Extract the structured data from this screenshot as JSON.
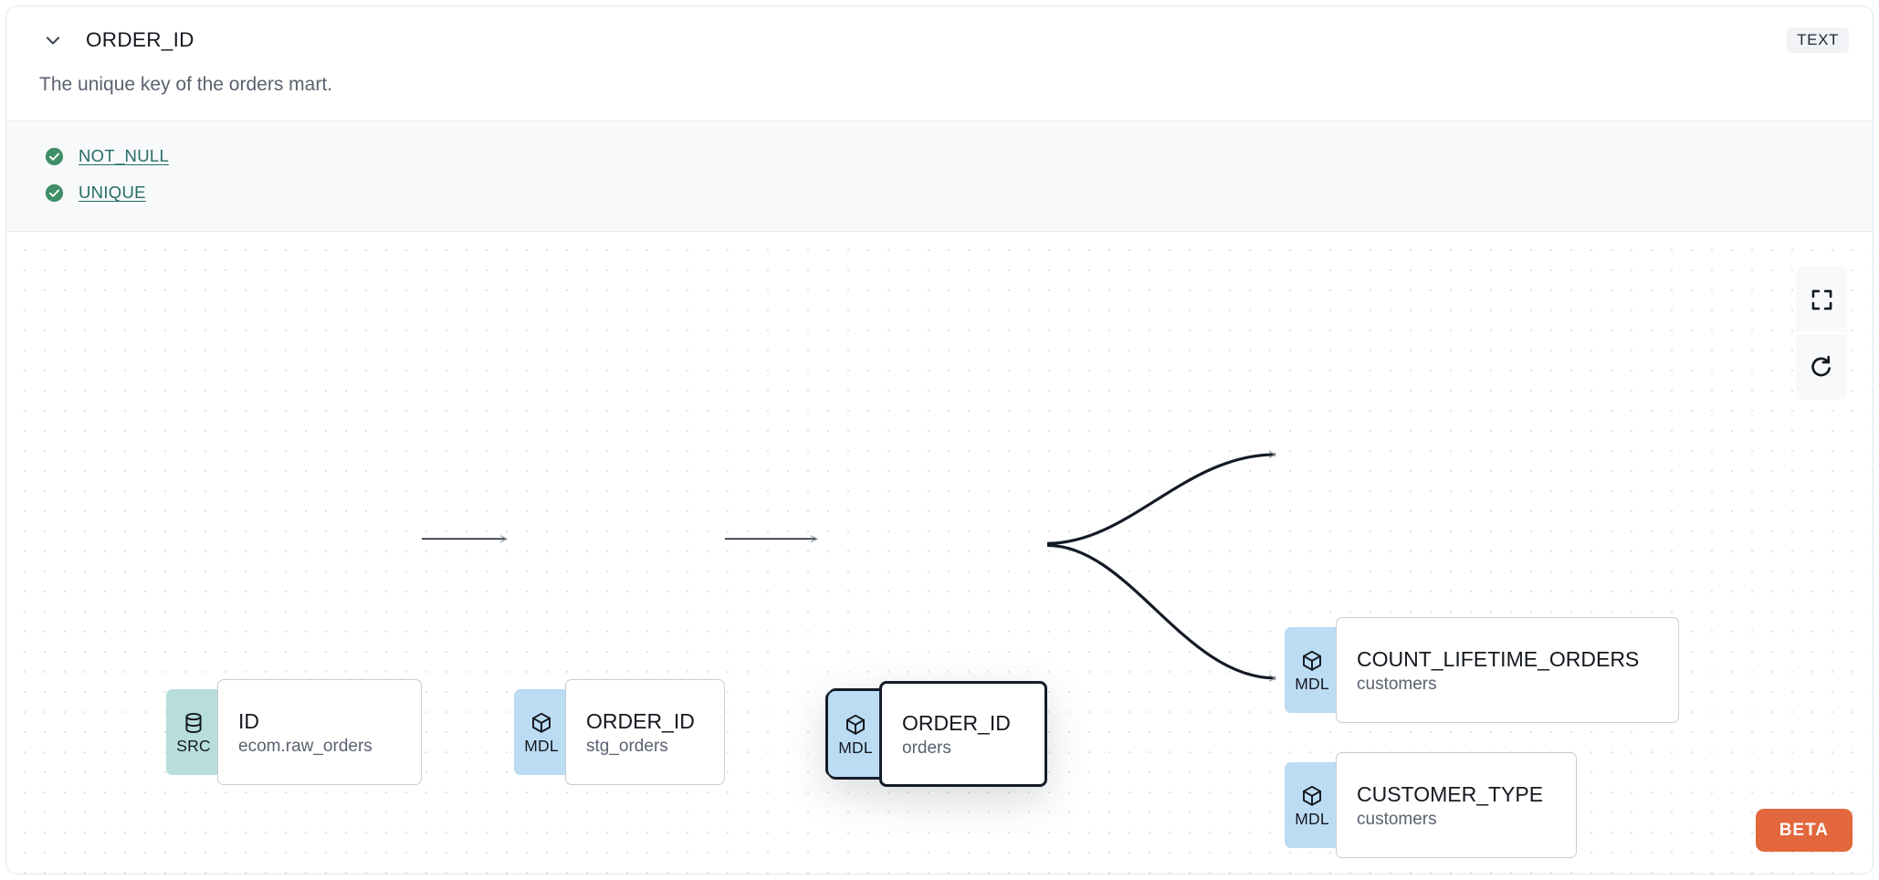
{
  "header": {
    "collapse_icon": "chevron-down-icon",
    "column_name": "ORDER_ID",
    "type_badge": "TEXT"
  },
  "description": "The unique key of the orders mart.",
  "tests": {
    "items": [
      {
        "status_icon": "check-circle-icon",
        "label": "NOT_NULL"
      },
      {
        "status_icon": "check-circle-icon",
        "label": "UNIQUE"
      }
    ]
  },
  "lineage": {
    "nodes": [
      {
        "id": "src-id",
        "badge": "SRC",
        "badge_icon": "database-icon",
        "name": "ID",
        "sub": "ecom.raw_orders",
        "selected": false
      },
      {
        "id": "mdl-stg-order-id",
        "badge": "MDL",
        "badge_icon": "cube-icon",
        "name": "ORDER_ID",
        "sub": "stg_orders",
        "selected": false
      },
      {
        "id": "mdl-orders-order-id",
        "badge": "MDL",
        "badge_icon": "cube-icon",
        "name": "ORDER_ID",
        "sub": "orders",
        "selected": true
      },
      {
        "id": "mdl-count-lifetime-orders",
        "badge": "MDL",
        "badge_icon": "cube-icon",
        "name": "COUNT_LIFETIME_ORDERS",
        "sub": "customers",
        "selected": false
      },
      {
        "id": "mdl-customer-type",
        "badge": "MDL",
        "badge_icon": "cube-icon",
        "name": "CUSTOMER_TYPE",
        "sub": "customers",
        "selected": false
      }
    ]
  },
  "controls": {
    "fit_view": "fit-view-icon",
    "refresh": "refresh-icon"
  },
  "beta_badge": "BETA",
  "colors": {
    "src_badge": "#b7dedb",
    "mdl_badge": "#bcdcf4",
    "test_check": "#3e8e68",
    "test_link": "#266c67",
    "beta": "#e2673c",
    "selected_border": "#151c28"
  }
}
